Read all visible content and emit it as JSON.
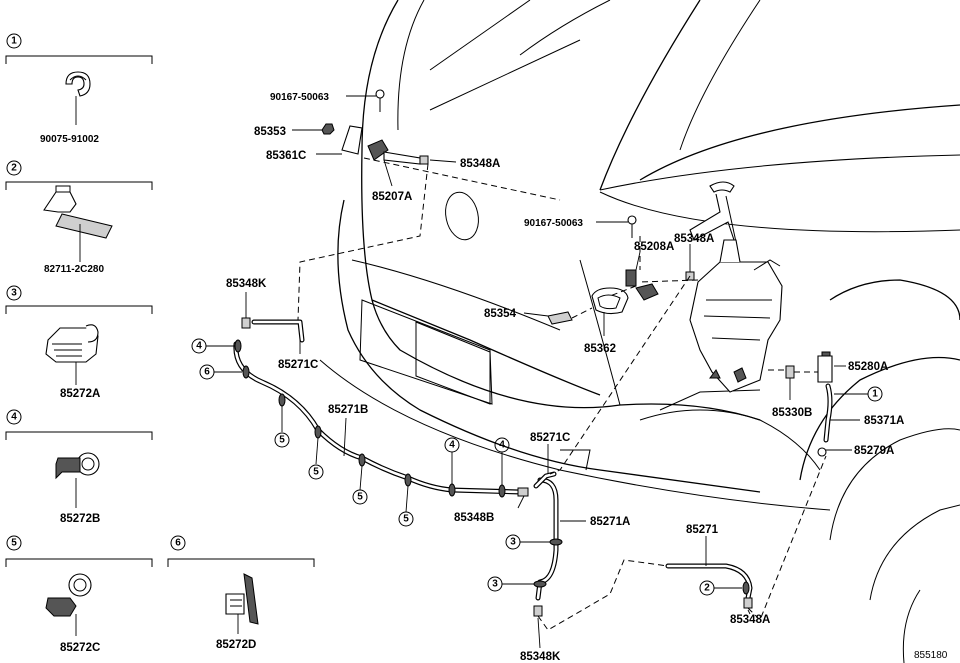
{
  "diagram_id": "855180",
  "legend": [
    {
      "index": "1",
      "part": "90075-91002"
    },
    {
      "index": "2",
      "part": "82711-2C280"
    },
    {
      "index": "3",
      "part": "85272A"
    },
    {
      "index": "4",
      "part": "85272B"
    },
    {
      "index": "5",
      "part": "85272C"
    },
    {
      "index": "6",
      "part": "85272D"
    }
  ],
  "callouts": [
    {
      "text": "90167-50063"
    },
    {
      "text": "85353"
    },
    {
      "text": "85361C"
    },
    {
      "text": "85207A"
    },
    {
      "text": "85348A"
    },
    {
      "text": "90167-50063"
    },
    {
      "text": "85348A"
    },
    {
      "text": "85208A"
    },
    {
      "text": "85354"
    },
    {
      "text": "85362"
    },
    {
      "text": "85280A"
    },
    {
      "text": "85330B"
    },
    {
      "text": "85371A"
    },
    {
      "text": "85279A"
    },
    {
      "text": "85348K"
    },
    {
      "text": "85271C"
    },
    {
      "text": "85271B"
    },
    {
      "text": "85271C"
    },
    {
      "text": "85348B"
    },
    {
      "text": "85271A"
    },
    {
      "text": "85271"
    },
    {
      "text": "85348K"
    },
    {
      "text": "85348A"
    }
  ],
  "clip_markers": [
    {
      "text": "4"
    },
    {
      "text": "6"
    },
    {
      "text": "5"
    },
    {
      "text": "5"
    },
    {
      "text": "5"
    },
    {
      "text": "5"
    },
    {
      "text": "4"
    },
    {
      "text": "4"
    },
    {
      "text": "3"
    },
    {
      "text": "3"
    },
    {
      "text": "2"
    },
    {
      "text": "1"
    }
  ]
}
